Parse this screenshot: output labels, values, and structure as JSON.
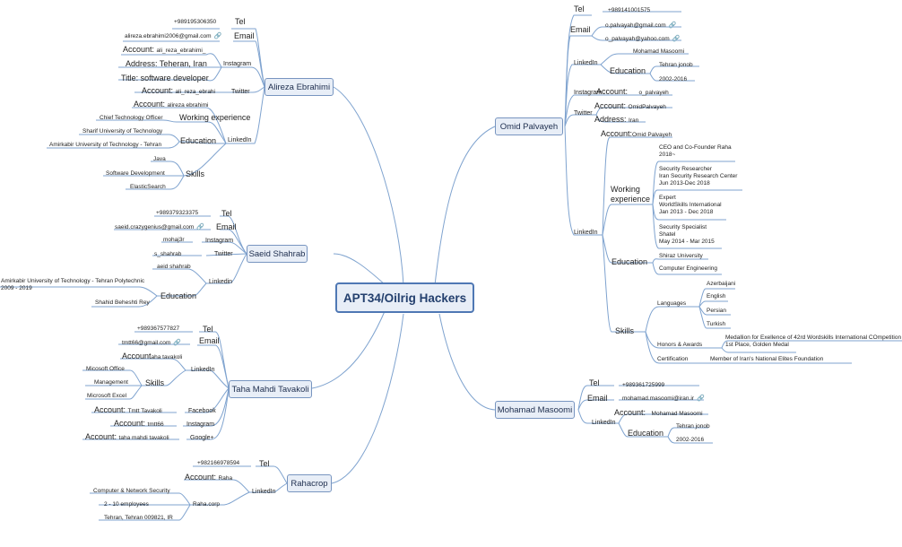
{
  "title": "APT34/Oilrig Hackers",
  "colors": {
    "line": "#7fa3cf",
    "box_fill": "#e8eef7",
    "box_border": "#7895c0",
    "central_border": "#4f78b4"
  },
  "icons": {
    "link": "link-icon"
  },
  "alireza": {
    "name": "Alireza Ebrahimi",
    "tel": "Tel",
    "tel_value": "+989195306350",
    "email": "Email",
    "email_value": "alireza.ebrahimi2006@gmail.com",
    "instagram": "Instagram",
    "ig_account_label": "Account:",
    "ig_account_value": "ali_reza_ebrahimi_",
    "ig_address": "Address: Teheran, Iran",
    "ig_title": "Title: software developer",
    "twitter": "Twitter",
    "tw_account_label": "Account:",
    "tw_account_value": "ali_reza_ebrahi",
    "linkedin": "LinkedIn",
    "li_account_label": "Account:",
    "li_account_value": "alireza ebrahimi",
    "working_experience": "Working experience",
    "work_1": "Chief Technology Officer",
    "education": "Education",
    "edu_1": "Sharif University of Technology",
    "edu_2": "Amirkabir University of Technology - Tehran",
    "skills": "Skills",
    "skill_1": "Java",
    "skill_2": "Software Development",
    "skill_3": "ElasticSearch"
  },
  "saeid": {
    "name": "Saeid Shahrab",
    "tel": "Tel",
    "tel_value": "+989379323375",
    "email": "Email",
    "email_value": "saeid.crazygenius@gmail.com",
    "instagram": "Instagram",
    "ig_value": "mohaj3r",
    "twitter": "Twitter",
    "tw_value": "s_shahrab",
    "linkedin": "Linkedin",
    "li_value": "aeid shahrab",
    "education": "Education",
    "edu_1_line1": "Amirkabir University of Technology - Tehran Polytechnic",
    "edu_1_line2": "2009 - 2019",
    "edu_2": "Shahid Beheshti Rey"
  },
  "taha": {
    "name": "Taha Mahdi Tavakoli",
    "tel": "Tel",
    "tel_value": "+989367577827",
    "email": "Email",
    "email_value": "tmtt66@gmail.com",
    "linkedin": "LinkedIn",
    "li_account_label": "Account",
    "li_account_value": "aha tavakoli",
    "skills": "Skills",
    "skill_1": "Micosoft Office",
    "skill_2": "Management",
    "skill_3": "Microsoft Excel",
    "facebook": "Facebook",
    "fb_account_label": "Account:",
    "fb_account_value": "Tmtt Tavakoli",
    "instagram": "Instagram",
    "ig_account_label": "Account:",
    "ig_account_value": "tmtt66",
    "google": "Google+",
    "g_account_label": "Account:",
    "g_account_value": "taha mahdi tavakoli"
  },
  "rahacrop": {
    "name": "Rahacrop",
    "tel": "Tel",
    "tel_value": "+982166978594",
    "linkedin": "LinkedIn",
    "li_account_label": "Account:",
    "li_account_value": "Raha",
    "corp": "Raha.corp",
    "corp_1": "Computer & Network Security",
    "corp_2": "2 - 10 employees",
    "corp_3": "Tehran, Tehran 009821, IR"
  },
  "omid": {
    "name": "Omid Palvayeh",
    "tel": "Tel",
    "tel_value": "+989141001575",
    "email": "Email",
    "email_1": "o.palvayah@gmail.com",
    "email_2": "o_palvayah@yahoo.com",
    "linkedin_top": "LinkedIn",
    "li_top_name": "Mohamad Masoomi",
    "education_top": "Education",
    "edu_top_1": "Tehran jonob",
    "edu_top_2": "2002-2016",
    "instagram": "Instagram",
    "ig_account_label": "Account:",
    "ig_account_value": "o_palvayeh",
    "twitter": "Twitter",
    "tw_account_label": "Account:",
    "tw_account_value": "OmidPalvayeh",
    "tw_address_label": "Address:",
    "tw_address_value": "Iran",
    "linkedin": "LinkedIn",
    "li_account_label": "Account:",
    "li_account_value": "Omid Palvayeh",
    "working": "Working experience",
    "w1": [
      "CEO and Co-Founder Raha",
      "2018~"
    ],
    "w2": [
      "Security Researcher",
      "Iran Security Research Center",
      "Jun 2013-Dec 2018"
    ],
    "w3": [
      "Expert",
      "WorldSkills International",
      "Jan 2013 - Dec 2018"
    ],
    "w4": [
      "Security Specialist",
      "Shatel",
      "May 2014 - Mar 2015"
    ],
    "education": "Education",
    "edu_1": "Shiraz University",
    "edu_2": "Computer Engineering",
    "skills": "Skills",
    "languages": "Languages",
    "lang_1": "Azerbaijani",
    "lang_2": "English",
    "lang_3": "Persian",
    "lang_4": "Turkish",
    "honors": "Honors & Awards",
    "honors_1": "Medallion for Exellence of 42rd Wordskills International COmpetition",
    "honors_2": "1st Place,  Golden Medal",
    "certification": "Certification",
    "cert_1": "Member of Iran's National Elites Foundation"
  },
  "mohamad": {
    "name": "Mohamad Masoomi",
    "tel": "Tel",
    "tel_value": "+989361725999",
    "email": "Email",
    "email_value": "mohamad.masoomi@iran.ir",
    "linkedin": "LinkedIn",
    "li_account_label": "Account:",
    "li_account_value": "Mohamad Masoomi",
    "education": "Education",
    "edu_1": "Tehran jonob",
    "edu_2": "2002-2016"
  }
}
